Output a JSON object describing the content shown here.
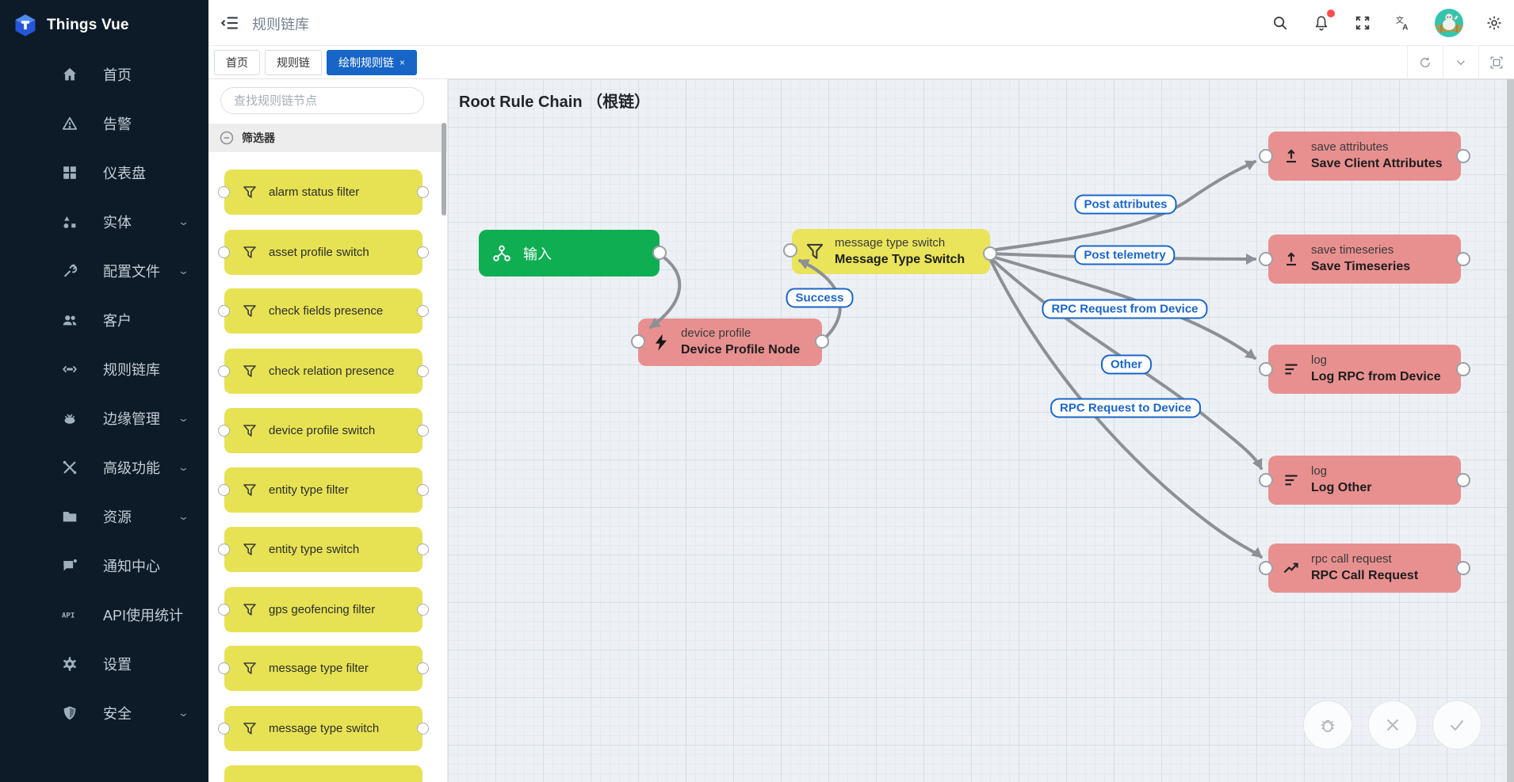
{
  "app": {
    "logo_text": "Things Vue"
  },
  "sidebar": {
    "items": [
      {
        "label": "首页",
        "icon": "home-icon"
      },
      {
        "label": "告警",
        "icon": "alarm-icon"
      },
      {
        "label": "仪表盘",
        "icon": "dashboard-icon"
      },
      {
        "label": "实体",
        "icon": "entity-icon",
        "expandable": true
      },
      {
        "label": "配置文件",
        "icon": "profile-icon",
        "expandable": true
      },
      {
        "label": "客户",
        "icon": "customer-icon"
      },
      {
        "label": "规则链库",
        "icon": "rule-chain-icon"
      },
      {
        "label": "边缘管理",
        "icon": "edge-icon",
        "expandable": true
      },
      {
        "label": "高级功能",
        "icon": "advanced-icon",
        "expandable": true
      },
      {
        "label": "资源",
        "icon": "resource-icon",
        "expandable": true
      },
      {
        "label": "通知中心",
        "icon": "notification-icon"
      },
      {
        "label": "API使用统计",
        "icon": "api-icon"
      },
      {
        "label": "设置",
        "icon": "settings-icon"
      },
      {
        "label": "安全",
        "icon": "security-icon",
        "expandable": true
      }
    ]
  },
  "header": {
    "title": "规则链库"
  },
  "tabs": {
    "items": [
      {
        "label": "首页"
      },
      {
        "label": "规则链"
      },
      {
        "label": "绘制规则链",
        "close": "×",
        "active": true
      }
    ]
  },
  "palette": {
    "search_placeholder": "查找规则链节点",
    "section_title": "筛选器",
    "items": [
      "alarm status filter",
      "asset profile switch",
      "check fields presence",
      "check relation presence",
      "device profile switch",
      "entity type filter",
      "entity type switch",
      "gps geofencing filter",
      "message type filter",
      "message type switch"
    ]
  },
  "canvas": {
    "title": "Root Rule Chain （根链）",
    "nodes": {
      "input": {
        "label": "输入"
      },
      "device_profile": {
        "name": "device profile",
        "title": "Device Profile Node"
      },
      "message_switch": {
        "name": "message type switch",
        "title": "Message Type Switch"
      },
      "save_attributes": {
        "name": "save attributes",
        "title": "Save Client Attributes"
      },
      "save_timeseries": {
        "name": "save timeseries",
        "title": "Save Timeseries"
      },
      "log_rpc": {
        "name": "log",
        "title": "Log RPC from Device"
      },
      "log_other": {
        "name": "log",
        "title": "Log Other"
      },
      "rpc_call": {
        "name": "rpc call request",
        "title": "RPC Call Request"
      }
    },
    "edge_labels": {
      "success": "Success",
      "post_attributes": "Post attributes",
      "post_telemetry": "Post telemetry",
      "rpc_from_device": "RPC Request from Device",
      "other": "Other",
      "rpc_to_device": "RPC Request to Device"
    }
  },
  "colors": {
    "accent_blue": "#1765c6",
    "edge_label_blue": "#1b66c9",
    "node_yellow": "#e9e45a",
    "node_pink": "#e89090",
    "node_green": "#0fae52",
    "edge_gray": "#8d9095",
    "badge_red": "#ff4d4f",
    "sidebar_bg": "#0d1b29"
  }
}
